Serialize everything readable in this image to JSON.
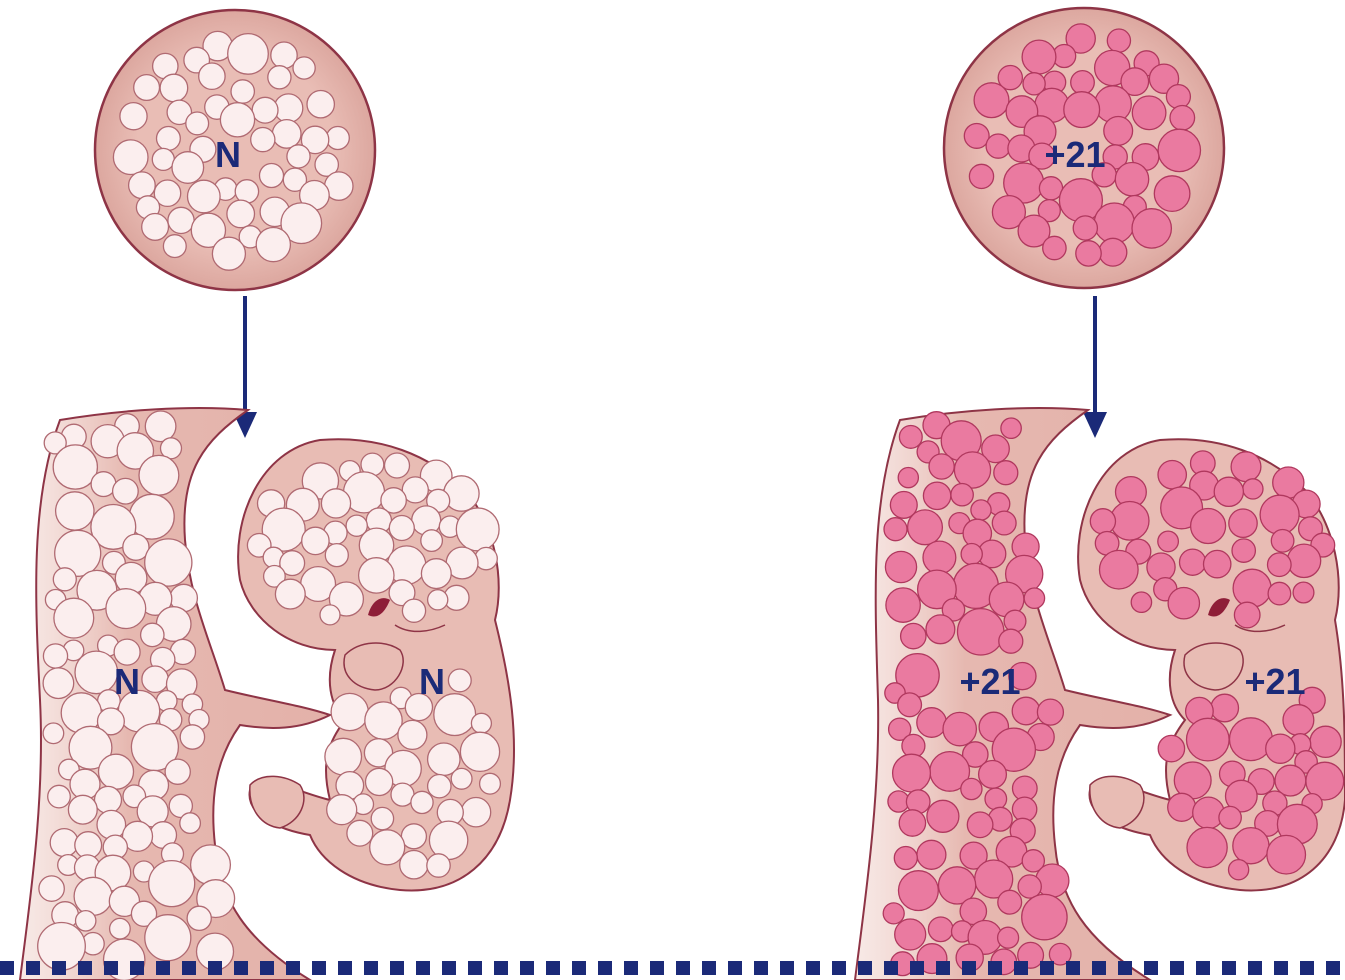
{
  "panels": [
    {
      "id": "normal",
      "zygote_label": "N",
      "placenta_label": "N",
      "embryo_label": "N",
      "cell_type": "normal-cells"
    },
    {
      "id": "trisomy",
      "zygote_label": "+21",
      "placenta_label": "+21",
      "embryo_label": "+21",
      "cell_type": "trisomy-21-cells"
    }
  ],
  "colors": {
    "normal_cell_fill": "#fbeeee",
    "normal_cell_stroke": "#b06a72",
    "trisomy_cell_fill": "#ea7aa0",
    "trisomy_cell_stroke": "#b0385e",
    "tissue_fill": "#e8bcb4",
    "tissue_stroke": "#8e3446",
    "label_color": "#1b2a78",
    "arrow_color": "#1b2a78",
    "dashed_line_color": "#1b2a78"
  }
}
